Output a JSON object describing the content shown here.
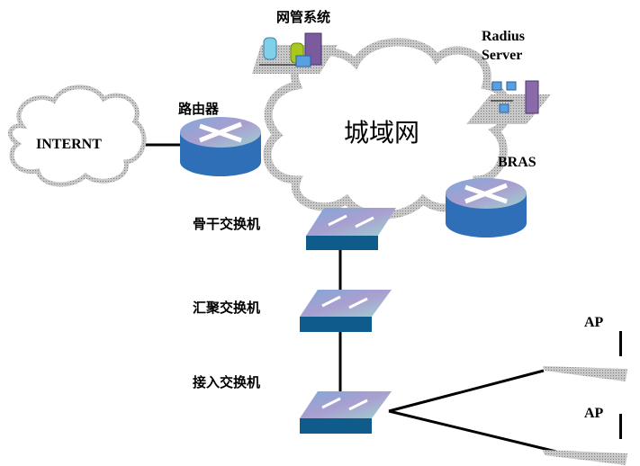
{
  "diagram": {
    "core_network_label": "城域网",
    "internet_label": "INTERNT",
    "router_label": "路由器",
    "nms_label": "网管系统",
    "radius_label_line1": "Radius",
    "radius_label_line2": "Server",
    "bras_label": "BRAS",
    "backbone_switch_label": "骨干交换机",
    "aggregation_switch_label": "汇聚交换机",
    "access_switch_label": "接入交换机",
    "ap_labels": [
      "AP",
      "AP"
    ]
  },
  "colors": {
    "device_blue": "#5b8fc9",
    "device_dark": "#0e5b8c",
    "cloud_border": "#9a9a9a",
    "link": "#000000"
  }
}
